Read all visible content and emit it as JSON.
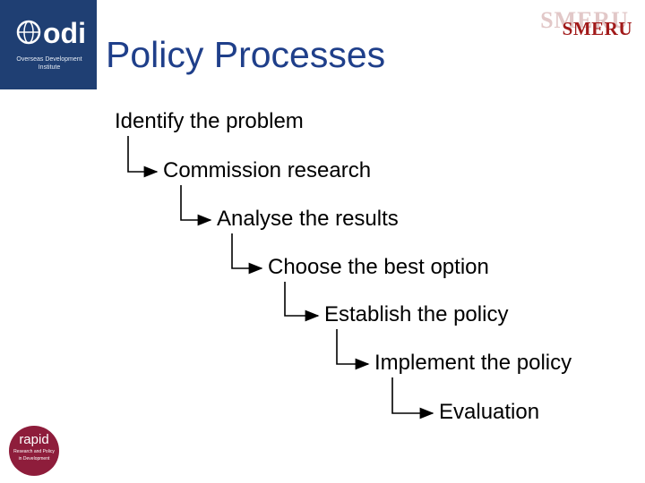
{
  "logo_odi": {
    "name": "odi",
    "subtitle_line1": "Overseas Development",
    "subtitle_line2": "Institute"
  },
  "logo_smeru": {
    "name": "SMERU"
  },
  "slide": {
    "title": "Policy Processes",
    "steps": [
      "Identify the problem",
      "Commission research",
      "Analyse the results",
      "Choose the best option",
      "Establish the policy",
      "Implement the policy",
      "Evaluation"
    ]
  },
  "logo_rapid": {
    "name": "rapid",
    "subtitle_line1": "Research and Policy",
    "subtitle_line2": "in Development"
  },
  "colors": {
    "title": "#1f3f8a",
    "odi_background": "#1f3f73",
    "smeru": "#a11a1a",
    "rapid": "#8e1d3b"
  },
  "icons": {
    "step_connector": "elbow-arrow-icon"
  }
}
